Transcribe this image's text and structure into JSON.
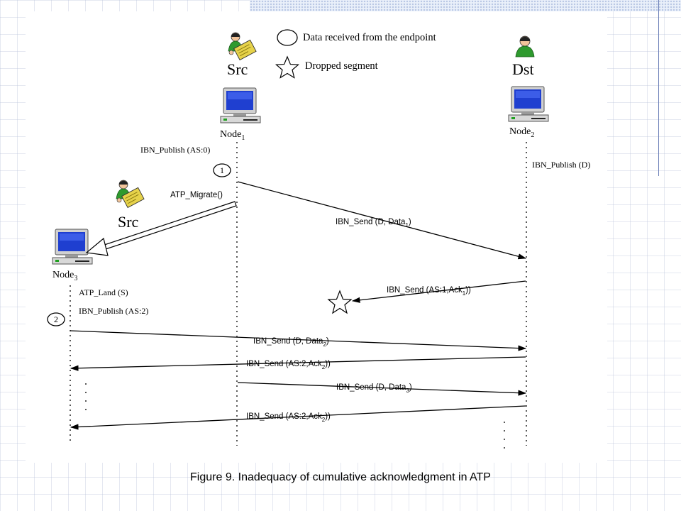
{
  "legend": {
    "circle_text": "Data received from the endpoint",
    "star_text": "Dropped segment"
  },
  "actors": {
    "src_top": "Src",
    "dst": "Dst",
    "src_migrated": "Src"
  },
  "nodes": {
    "node1": {
      "base": "Node",
      "sub": "1"
    },
    "node2": {
      "base": "Node",
      "sub": "2"
    },
    "node3": {
      "base": "Node",
      "sub": "3"
    }
  },
  "markers": {
    "m1": "1",
    "m2": "2"
  },
  "labels": {
    "node1_publish": "IBN_Publish (AS:0)",
    "node2_publish": "IBN_Publish (D)",
    "migrate": "ATP_Migrate()",
    "land": "ATP_Land (S)",
    "node3_publish": "IBN_Publish (AS:2)"
  },
  "messages": {
    "send1": {
      "base": "IBN_Send (D, Data",
      "sub": "1",
      "tail": ")"
    },
    "ack1": {
      "base": "IBN_Send (AS:1,Ack",
      "sub": "1",
      "tail": "))"
    },
    "send2": {
      "base": "IBN_Send (D, Data",
      "sub": "2",
      "tail": ")"
    },
    "ack2a": {
      "base": "IBN_Send (AS:2,Ack",
      "sub": "2",
      "tail": "))"
    },
    "send3": {
      "base": "IBN_Send (D, Data",
      "sub": "3",
      "tail": ")"
    },
    "ack2b": {
      "base": "IBN_Send (AS:2,Ack",
      "sub": "2",
      "tail": "))"
    }
  },
  "caption": "Figure 9. Inadequacy of cumulative acknowledgment in ATP",
  "colors": {
    "screen_blue": "#1f3fd0",
    "person_green": "#2e9a2e",
    "person_skin": "#f2c49a",
    "card_yellow": "#e6d24a",
    "accent_rule": "#6c7fb8"
  }
}
